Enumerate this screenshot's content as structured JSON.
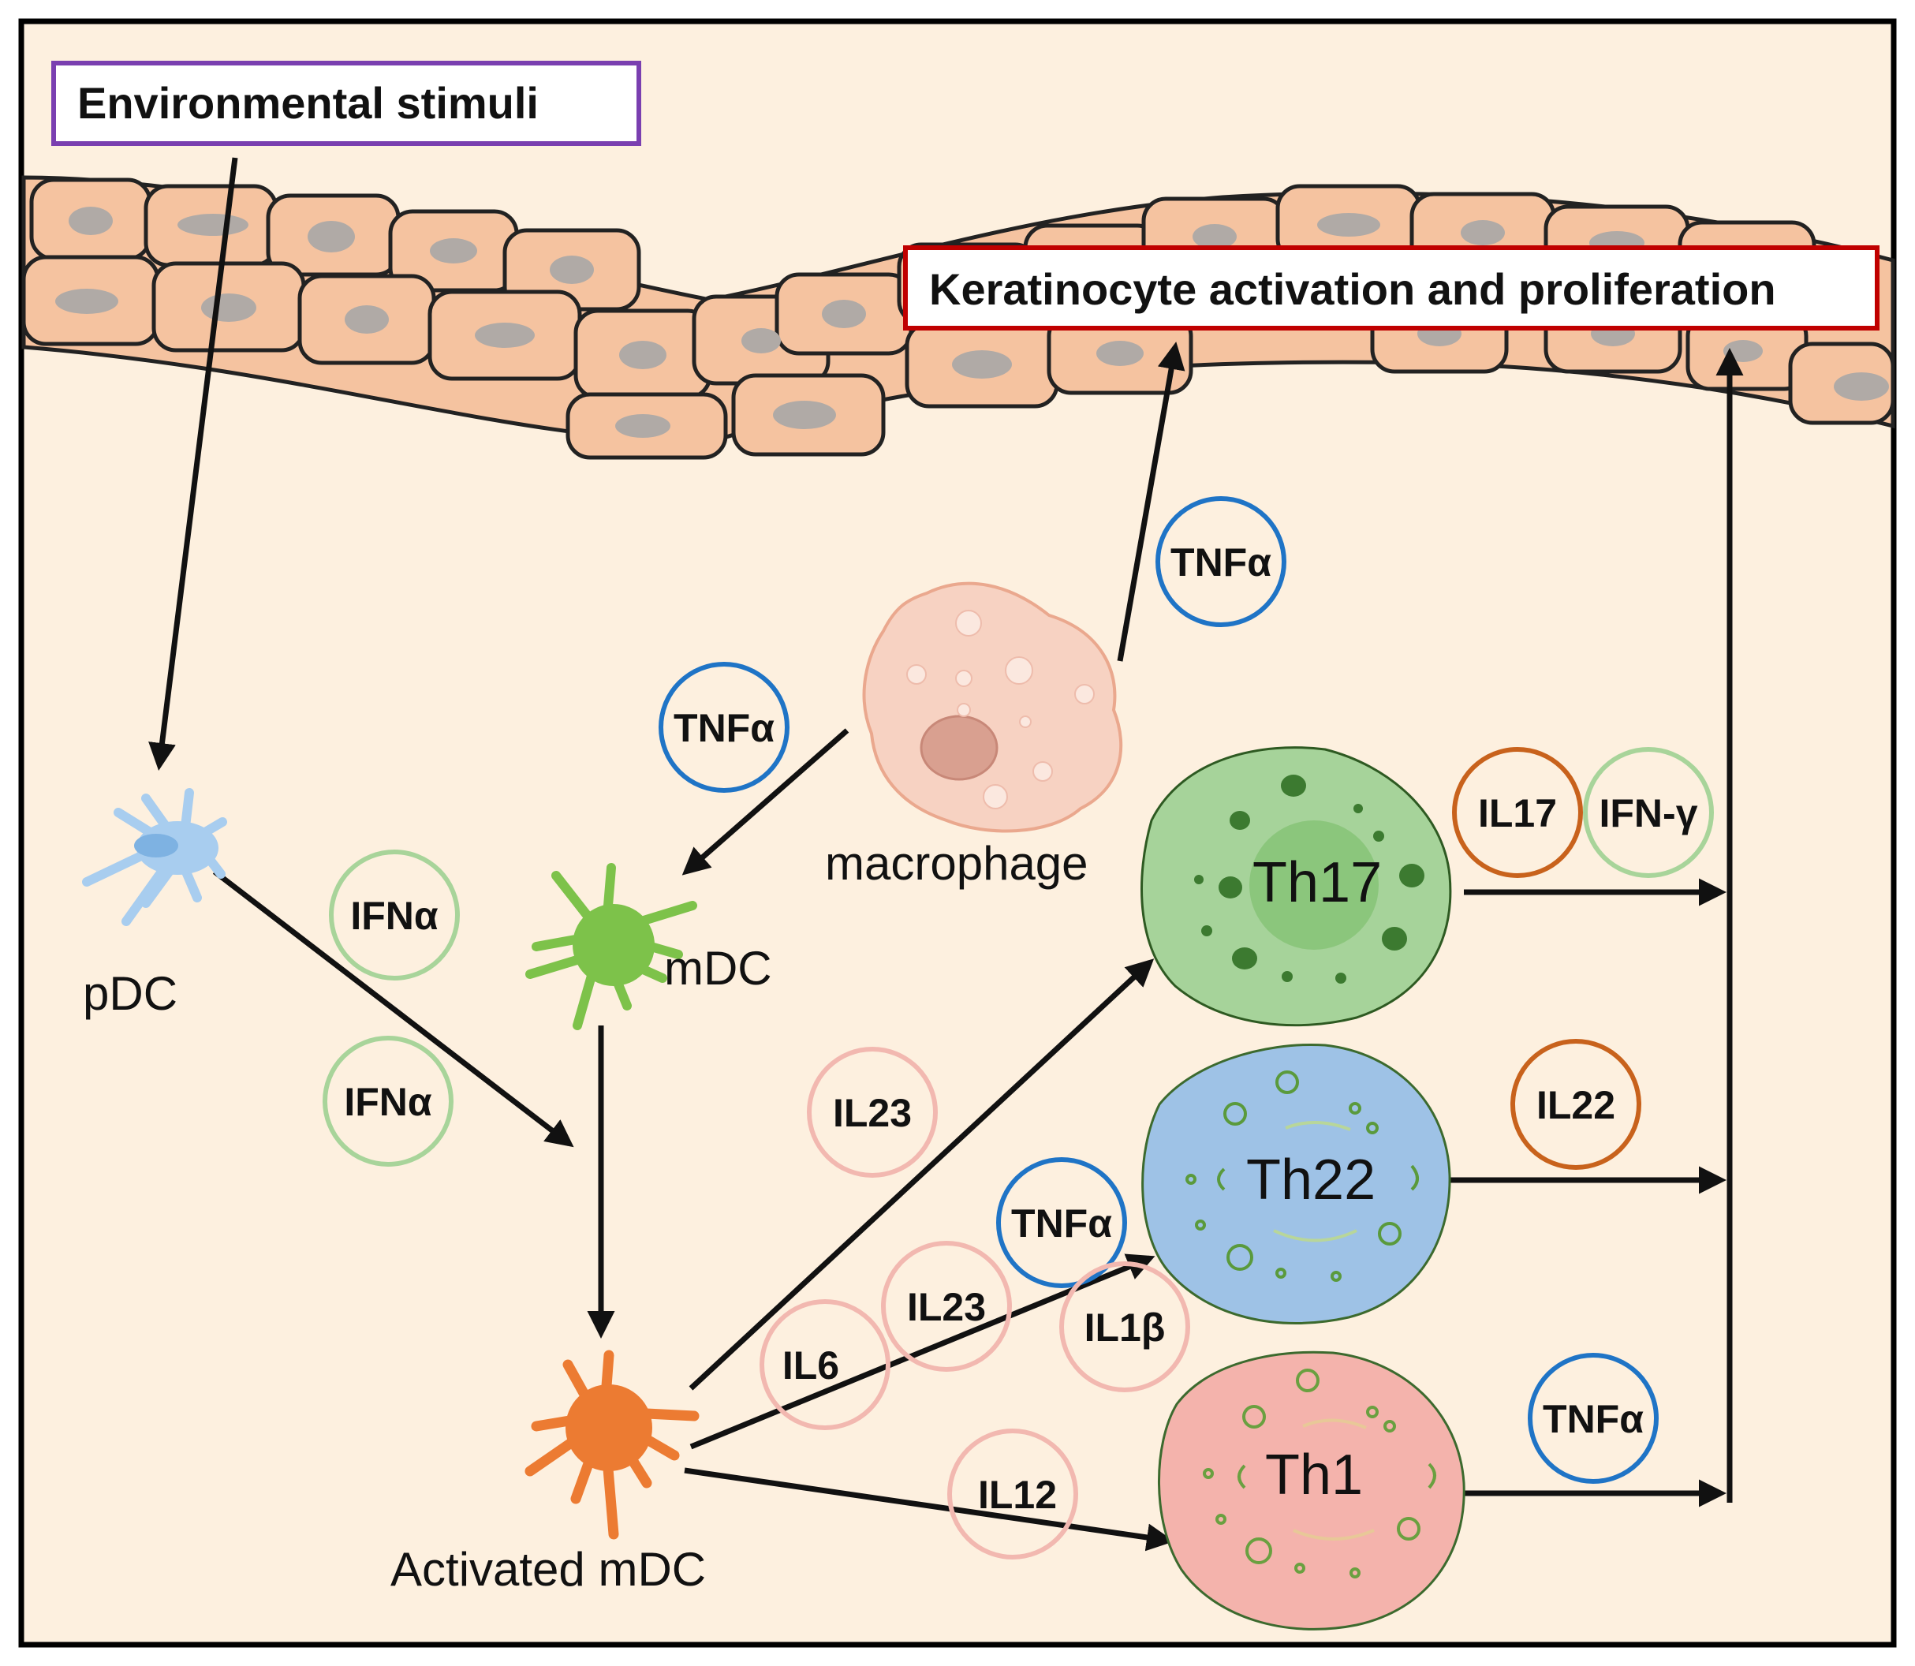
{
  "boxes": {
    "stimuli": "Environmental stimuli",
    "keratinocyte": "Keratinocyte activation and proliferation"
  },
  "cells": {
    "pdc": "pDC",
    "mdc": "mDC",
    "macrophage": "macrophage",
    "activated_mdc": "Activated mDC",
    "th17": "Th17",
    "th22": "Th22",
    "th1": "Th1"
  },
  "cytokines": {
    "tnfa_top": "TNFα",
    "tnfa_mac": "TNFα",
    "ifna_1": "IFNα",
    "ifna_2": "IFNα",
    "il23_a": "IL23",
    "il23_b": "IL23",
    "il6": "IL6",
    "tnfa_mid": "TNFα",
    "il1b": "IL1β",
    "il12": "IL12",
    "il17": "IL17",
    "ifng": "IFN-γ",
    "il22": "IL22",
    "tnfa_th1": "TNFα"
  },
  "colors": {
    "background": "#fdf0df",
    "skin_cell": "#f5c3a0",
    "nucleus": "#b0aaa6",
    "pdc": "#a8cdef",
    "mdc": "#7dc24a",
    "activated_mdc": "#ec7b32",
    "macrophage": "#f7d2c2",
    "th17": "#a6d39a",
    "th22": "#9ec2e6",
    "th1": "#f4b3ac",
    "blue_ring": "#1f74c6",
    "green_ring": "#a8d49a",
    "pink_ring": "#f2b8b0",
    "orange_ring": "#c8621c",
    "stimuli_border": "#7a3fb0",
    "keratinocyte_border": "#c00000"
  }
}
